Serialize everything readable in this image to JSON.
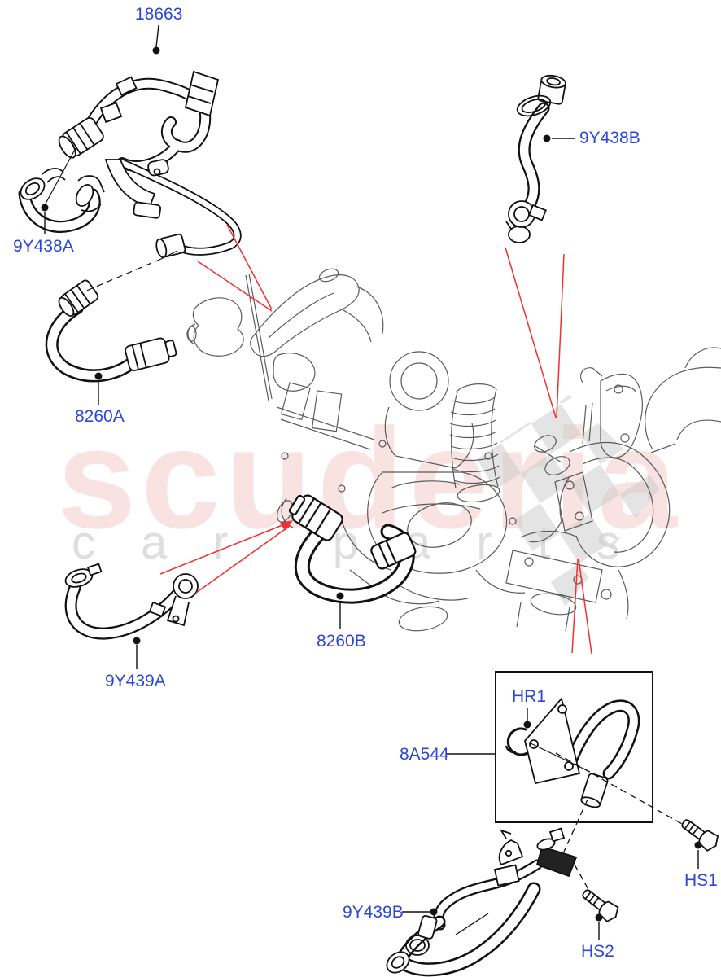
{
  "diagram": {
    "type": "parts-diagram",
    "subject": "EGR cooling system hoses and tubes"
  },
  "watermark": {
    "brand": "scuderia",
    "tagline": "car parts"
  },
  "colors": {
    "label_blue": "#2b46d9",
    "callout_red": "#f42f2f",
    "line_black": "#111111",
    "engine_grey": "#4a4a4a",
    "watermark_pink": "#f3c6c6",
    "watermark_grey": "#d9d9d9",
    "checker_grey": "#cdcdcd"
  },
  "labels": [
    {
      "id": "18663",
      "text": "18663"
    },
    {
      "id": "9Y438B",
      "text": "9Y438B"
    },
    {
      "id": "9Y438A",
      "text": "9Y438A"
    },
    {
      "id": "8260A",
      "text": "8260A"
    },
    {
      "id": "8260B",
      "text": "8260B"
    },
    {
      "id": "9Y439A",
      "text": "9Y439A"
    },
    {
      "id": "8A544",
      "text": "8A544"
    },
    {
      "id": "HR1",
      "text": "HR1"
    },
    {
      "id": "HS1",
      "text": "HS1"
    },
    {
      "id": "HS2",
      "text": "HS2"
    },
    {
      "id": "9Y439B",
      "text": "9Y439B"
    }
  ]
}
